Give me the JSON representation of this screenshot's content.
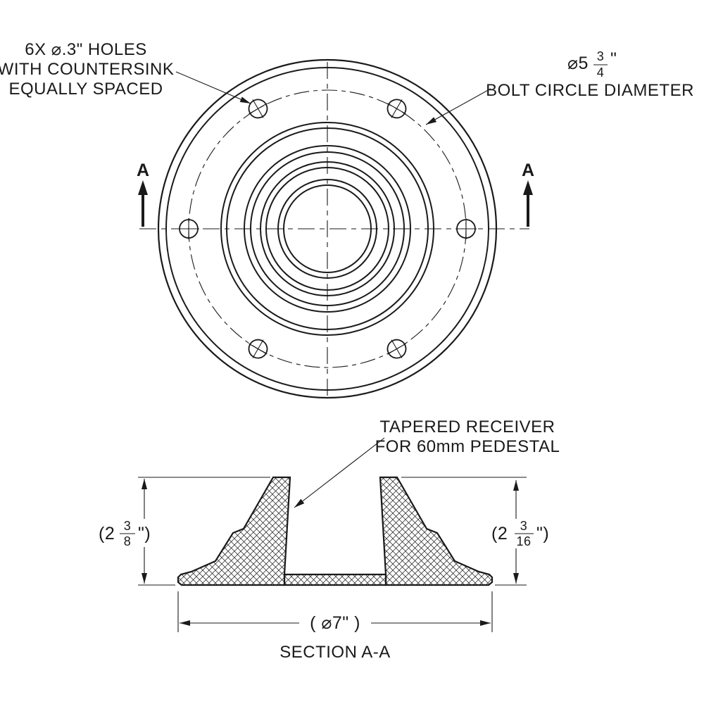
{
  "drawing": {
    "background": "#ffffff",
    "line_color": "#1a1a1a",
    "top_view": {
      "holes_note_line1": "6X ⌀.3\" HOLES",
      "holes_note_line2": "WITH COUNTERSINK",
      "holes_note_line3": "EQUALLY SPACED",
      "bolt_note_prefix": "⌀5",
      "bolt_note_frac_num": "3",
      "bolt_note_frac_den": "4",
      "bolt_note_suffix": "\"",
      "bolt_note_line2": "BOLT CIRCLE DIAMETER",
      "section_marker_left": "A",
      "section_marker_right": "A"
    },
    "section_view": {
      "receiver_note_line1": "TAPERED RECEIVER",
      "receiver_note_line2": "FOR 60mm PEDESTAL",
      "dim_left_open": "(2",
      "dim_left_num": "3",
      "dim_left_den": "8",
      "dim_left_close": "\")",
      "dim_right_open": "(2",
      "dim_right_num": "3",
      "dim_right_den": "16",
      "dim_right_close": "\")",
      "dim_bottom": "( ⌀7\" )",
      "title": "SECTION A-A"
    }
  }
}
